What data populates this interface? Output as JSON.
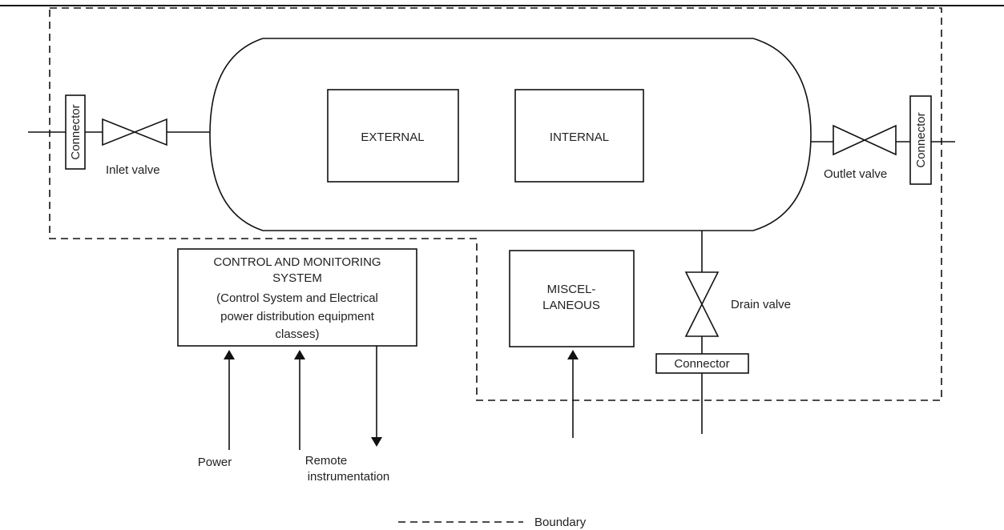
{
  "components": {
    "external": "EXTERNAL",
    "internal": "INTERNAL",
    "miscellaneous_line1": "MISCEL-",
    "miscellaneous_line2": "LANEOUS",
    "control_line1": "CONTROL AND MONITORING",
    "control_line2": "SYSTEM",
    "control_line3": "(Control System and Electrical",
    "control_line4": "power distribution equipment",
    "control_line5": "classes)"
  },
  "valves": {
    "inlet": "Inlet valve",
    "outlet": "Outlet valve",
    "drain": "Drain valve"
  },
  "connectors": {
    "left": "Connector",
    "right": "Connector",
    "bottom": "Connector"
  },
  "signals": {
    "power": "Power",
    "remote_line1": "Remote",
    "remote_line2": "instrumentation"
  },
  "legend": {
    "boundary": "Boundary"
  }
}
